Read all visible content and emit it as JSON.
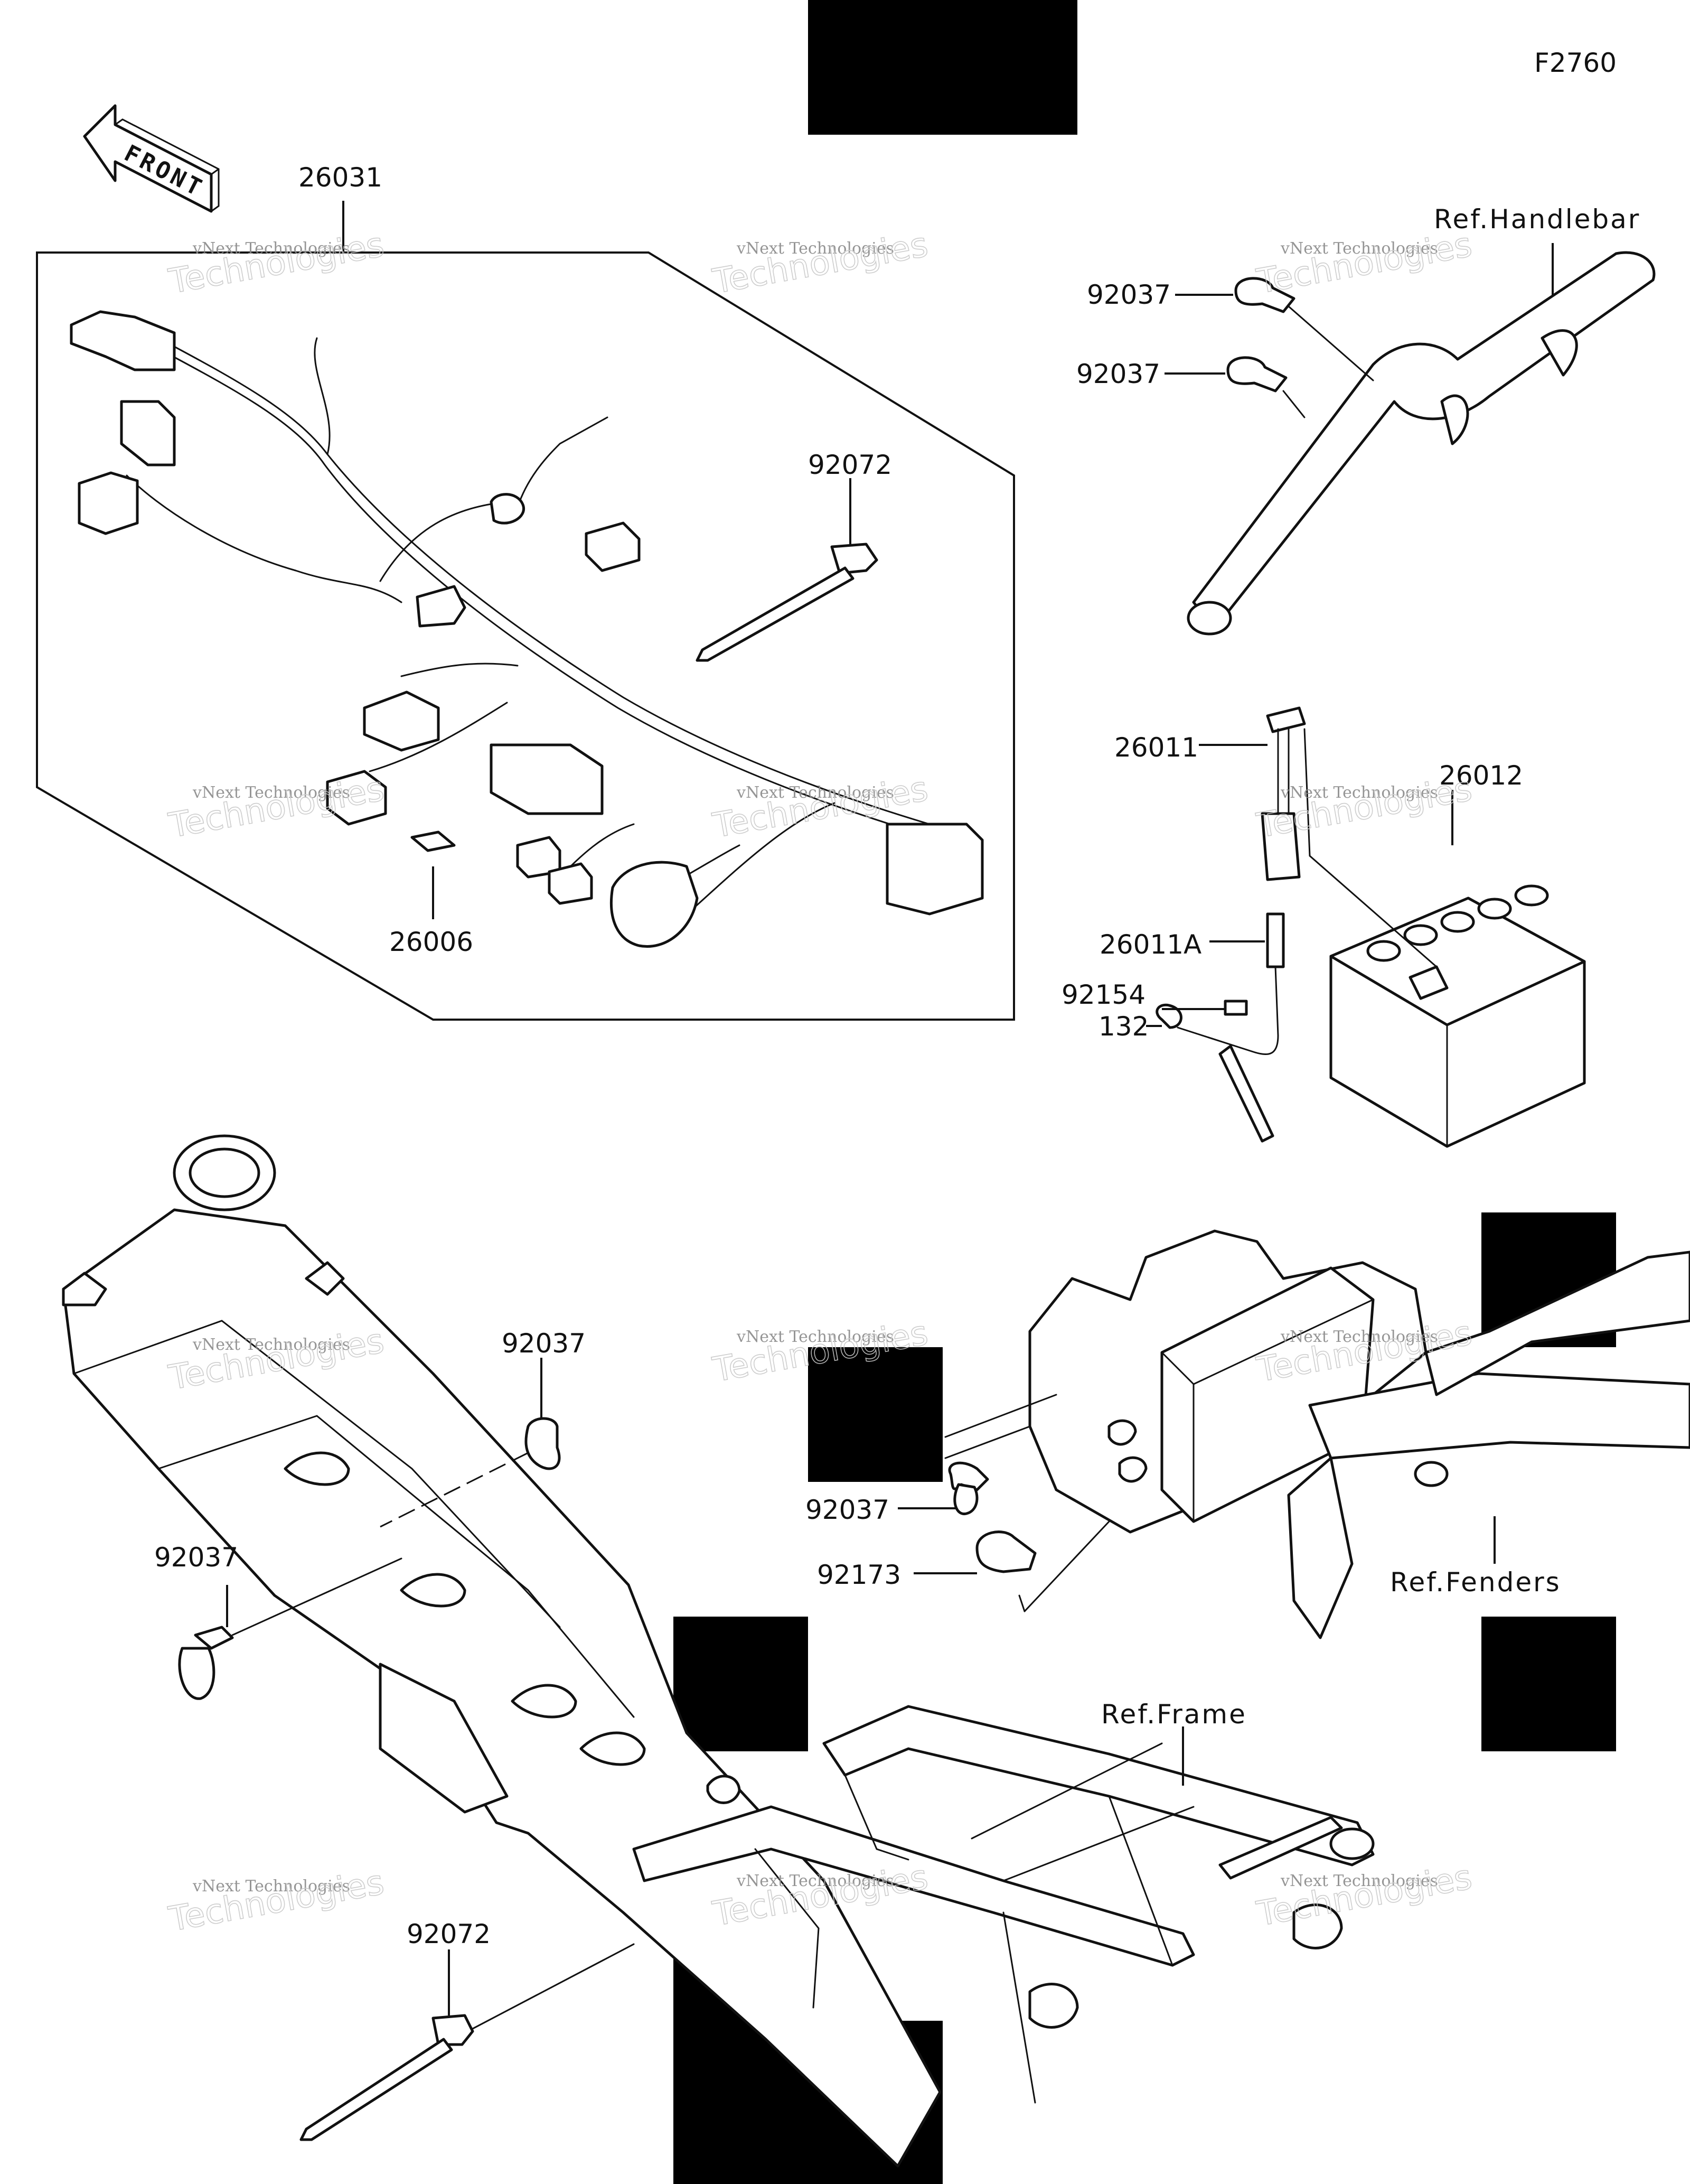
{
  "figure_code": "F2760",
  "front_label": "FRONT",
  "callouts": [
    {
      "id": "c-26031",
      "text": "26031"
    },
    {
      "id": "c-92072-top",
      "text": "92072"
    },
    {
      "id": "c-26006",
      "text": "26006"
    },
    {
      "id": "c-92037-hb1",
      "text": "92037"
    },
    {
      "id": "c-92037-hb2",
      "text": "92037"
    },
    {
      "id": "c-26011",
      "text": "26011"
    },
    {
      "id": "c-26012",
      "text": "26012"
    },
    {
      "id": "c-26011A",
      "text": "26011A"
    },
    {
      "id": "c-92154",
      "text": "92154"
    },
    {
      "id": "c-132",
      "text": "132"
    },
    {
      "id": "c-92037-frame",
      "text": "92037"
    },
    {
      "id": "c-92037-left",
      "text": "92037"
    },
    {
      "id": "c-92037-box",
      "text": "92037"
    },
    {
      "id": "c-92173",
      "text": "92173"
    },
    {
      "id": "c-92072-bottom",
      "text": "92072"
    }
  ],
  "references": {
    "handlebar": "Ref.Handlebar",
    "fenders": "Ref.Fenders",
    "frame": "Ref.Frame"
  },
  "watermark": {
    "line1": "vNext Technologies",
    "line2": "Technologies"
  }
}
